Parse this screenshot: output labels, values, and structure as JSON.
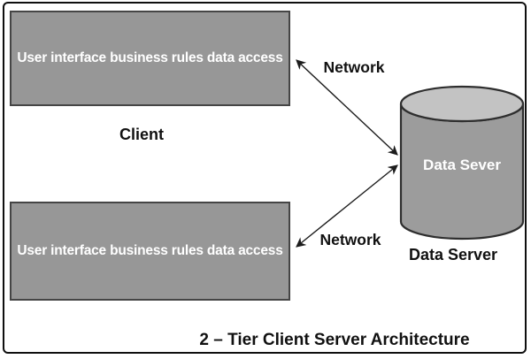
{
  "colors": {
    "background": "#ffffff",
    "frame": "#0f0f0f",
    "box_fill": "#979797",
    "box_border": "#454545",
    "box_text": "#ffffff",
    "cylinder_body": "#9c9c9c",
    "cylinder_top": "#c3c3c3",
    "cylinder_outline": "#2e2e2e",
    "arrow": "#1c1c1c",
    "label_text": "#111111"
  },
  "nodes": {
    "client_top": {
      "label": "User interface business rules data access"
    },
    "client_bottom": {
      "label": "User interface business rules data access"
    },
    "client_caption": "Client",
    "database": {
      "label": "Data Sever",
      "caption": "Data Server"
    }
  },
  "edges": {
    "top": {
      "label": "Network"
    },
    "bottom": {
      "label": "Network"
    }
  },
  "title": "2 – Tier Client Server Architecture"
}
